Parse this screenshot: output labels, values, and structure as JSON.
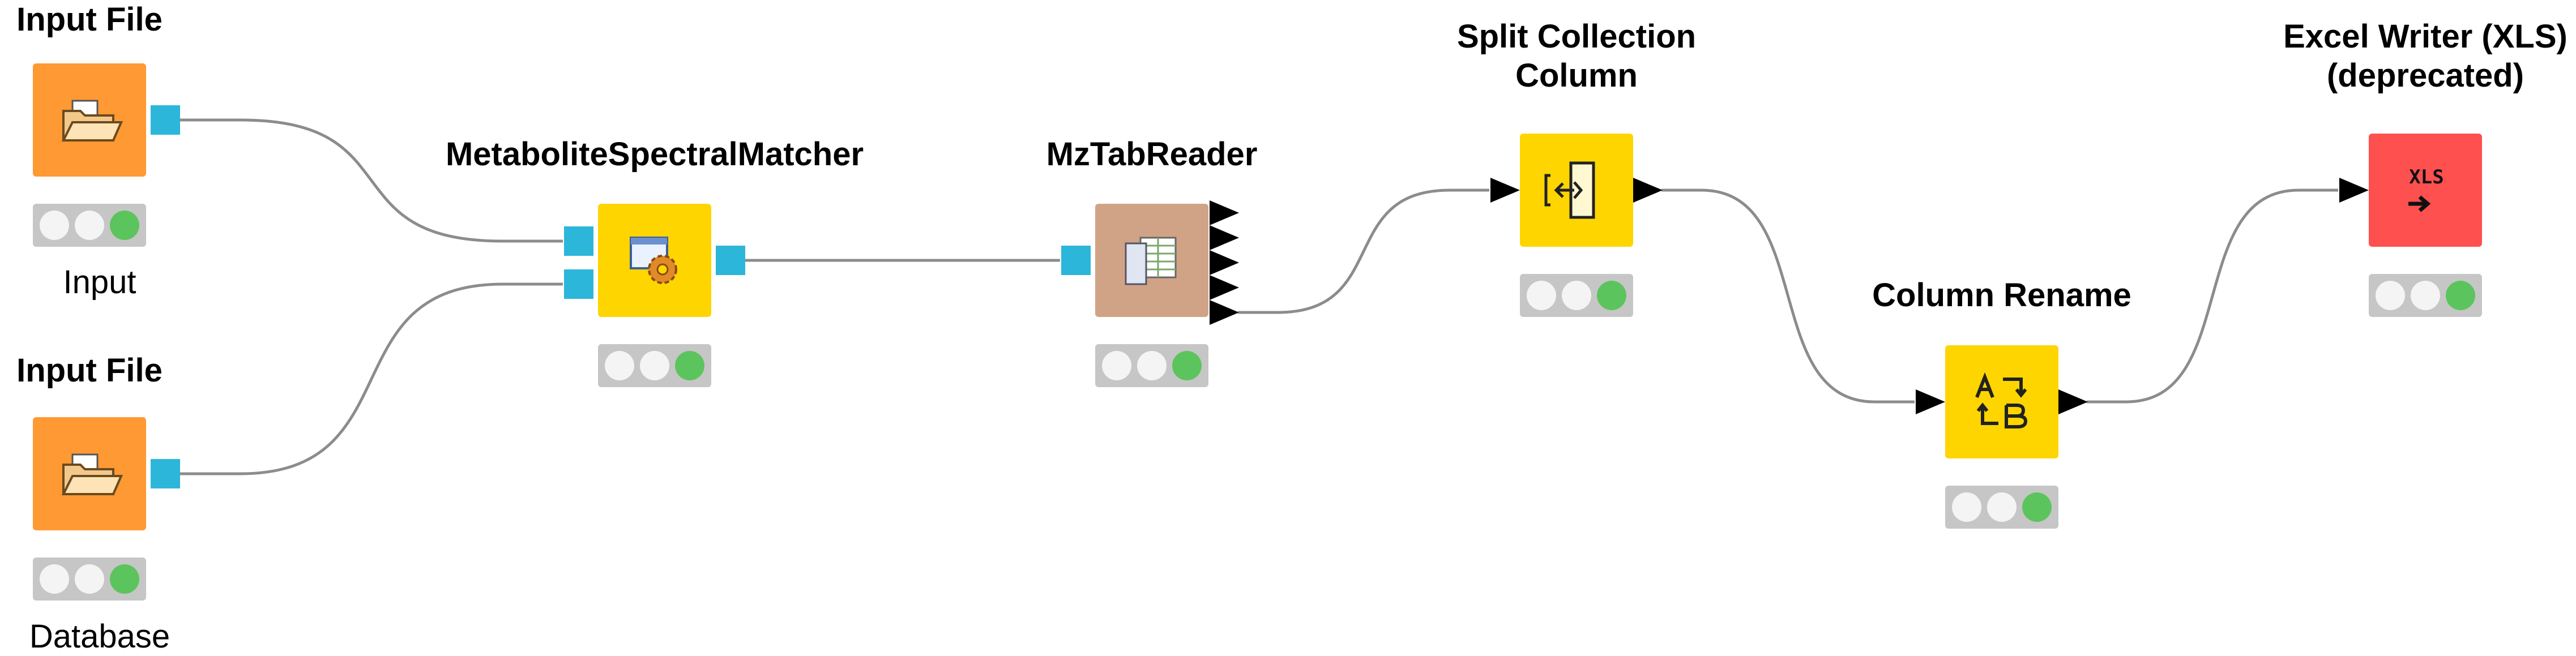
{
  "workflow": {
    "nodes": [
      {
        "id": "input1",
        "type_label": "Input File",
        "annotation": "Input",
        "node_color": "#ff9933",
        "icon": "open-folder-icon",
        "status": "green"
      },
      {
        "id": "input2",
        "type_label": "Input File",
        "annotation": "Database",
        "node_color": "#ff9933",
        "icon": "open-folder-icon",
        "status": "green"
      },
      {
        "id": "matcher",
        "type_label": "MetaboliteSpectralMatcher",
        "annotation": "",
        "node_color": "#ffd500",
        "icon": "window-gear-icon",
        "status": "green"
      },
      {
        "id": "reader",
        "type_label": "MzTabReader",
        "annotation": "",
        "node_color": "#d1a386",
        "icon": "uri-table-icon",
        "status": "green"
      },
      {
        "id": "split",
        "type_label": "Split Collection Column",
        "type_label_lines": [
          "Split Collection",
          "Column"
        ],
        "annotation": "",
        "node_color": "#ffd500",
        "icon": "split-column-icon",
        "status": "green"
      },
      {
        "id": "rename",
        "type_label": "Column Rename",
        "annotation": "",
        "node_color": "#ffd500",
        "icon": "rename-ab-icon",
        "status": "green"
      },
      {
        "id": "excel",
        "type_label": "Excel Writer (XLS) (deprecated)",
        "type_label_lines": [
          "Excel Writer (XLS)",
          "(deprecated)"
        ],
        "annotation": "",
        "node_color": "#ff5050",
        "icon": "xls-arrow-icon",
        "icon_text": "XLS",
        "status": "green"
      }
    ],
    "connections": [
      {
        "from": "input1",
        "to": "matcher",
        "to_port": 0
      },
      {
        "from": "input2",
        "to": "matcher",
        "to_port": 1
      },
      {
        "from": "matcher",
        "to": "reader",
        "to_port": 0
      },
      {
        "from": "reader",
        "from_port": 4,
        "to": "split",
        "to_port": 0
      },
      {
        "from": "split",
        "to": "rename",
        "to_port": 0
      },
      {
        "from": "rename",
        "to": "excel",
        "to_port": 0
      }
    ],
    "colors": {
      "data_port": "#ffffff",
      "db_port": "#2cb6d9",
      "status_bg": "#c6c6c6",
      "status_off": "#f4f4f4",
      "status_green": "#5cc45c",
      "edge": "#8c8c8c"
    }
  }
}
